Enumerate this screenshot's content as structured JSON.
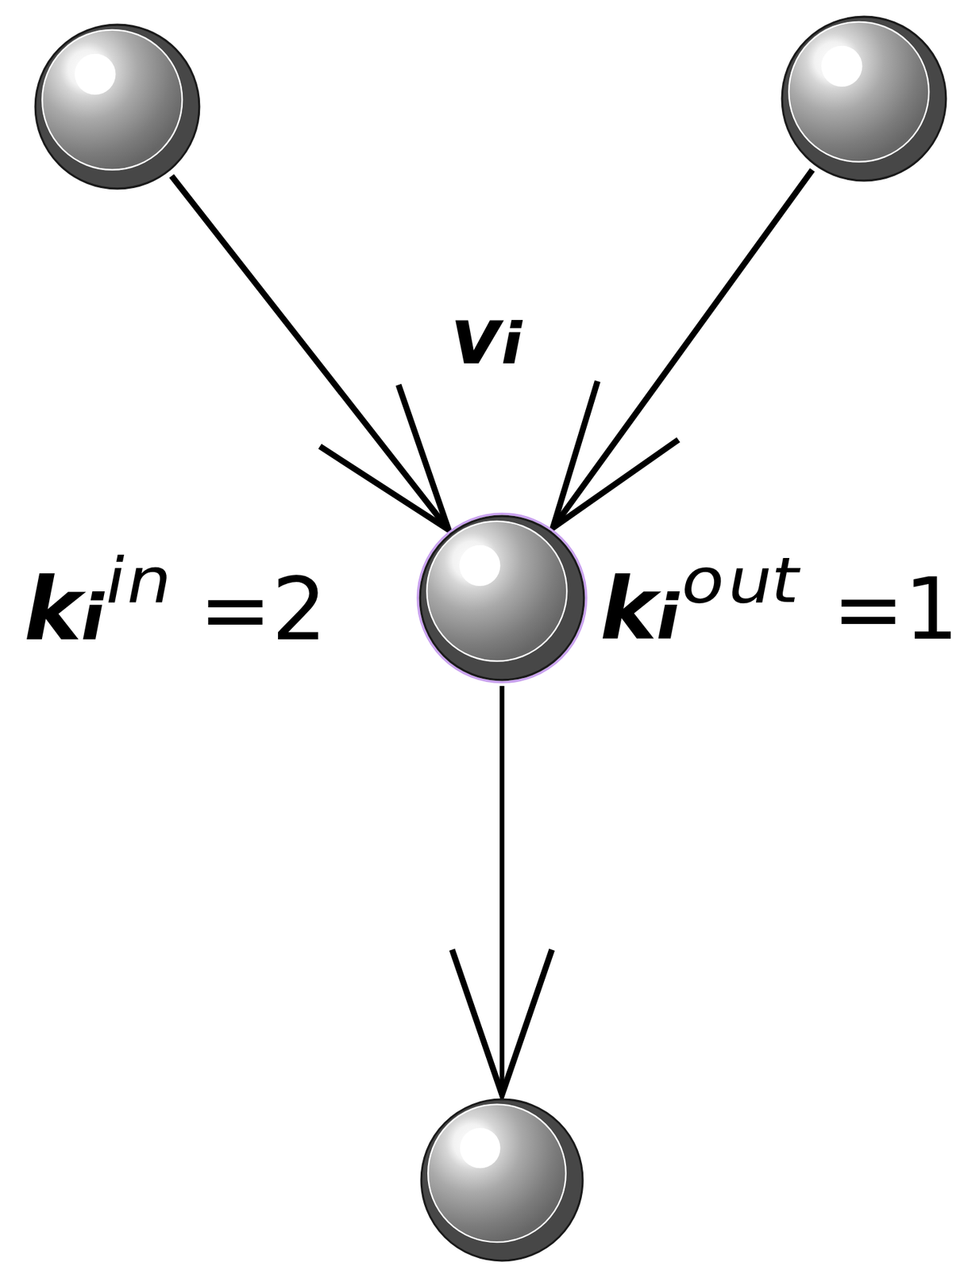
{
  "diagram": {
    "nodes": [
      {
        "text": []
      },
      {
        "text": []
      },
      {
        "text": [
          "vᵢ"
        ]
      },
      {
        "text": []
      }
    ],
    "edges": [
      {
        "from": 0,
        "to": 2,
        "arrow": "to"
      },
      {
        "from": 1,
        "to": 2,
        "arrow": "to"
      },
      {
        "from": 2,
        "to": 3,
        "arrow": "to"
      }
    ],
    "labels": [
      "kᵢⁱⁿ =2",
      "kᵢᵒᵘᵗ =1"
    ]
  }
}
